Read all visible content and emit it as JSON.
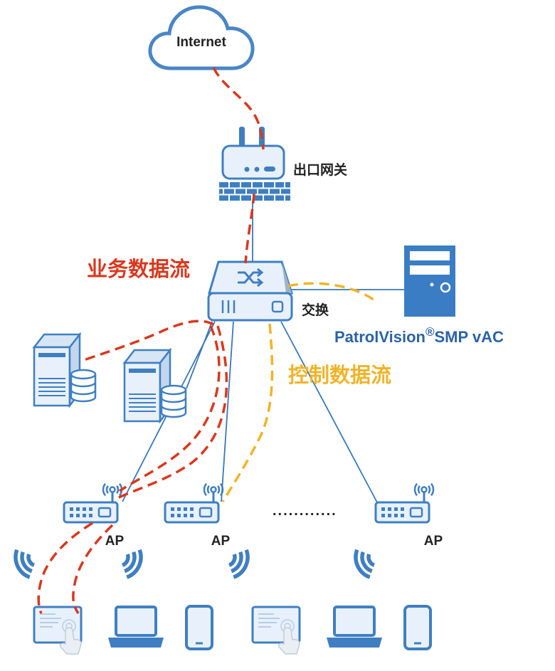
{
  "labels": {
    "internet": "Internet",
    "gateway": "出口网关",
    "switch": "交换",
    "business_flow": "业务数据流",
    "control_flow": "控制数据流",
    "vac": {
      "name": "PatrolVision",
      "mark": "®",
      "suffix": "SMP vAC"
    },
    "ap_labels": [
      "AP",
      "AP",
      "AP"
    ],
    "ellipsis": "............"
  },
  "icons": [
    "cloud-icon",
    "router-icon",
    "firewall-icon",
    "switch-icon",
    "server-icon",
    "database-icon",
    "access-point-icon",
    "wifi-signal-icon",
    "tablet-icon",
    "hand-touch-icon",
    "laptop-icon",
    "phone-icon"
  ],
  "colors": {
    "business_flow": "#d9381e",
    "control_flow": "#f0b429",
    "link": "#3a78b8",
    "device_stroke": "#3f7fc1",
    "device_fill": "#e8f1fb",
    "vac_label": "#2b63a6"
  }
}
